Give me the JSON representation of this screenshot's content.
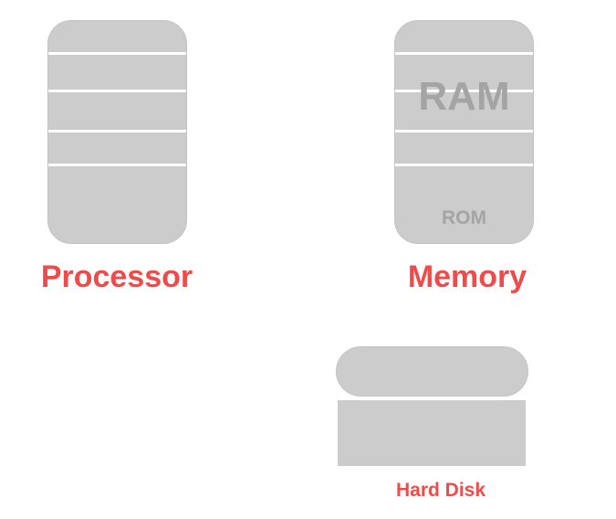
{
  "processor": {
    "label": "Processor"
  },
  "memory": {
    "label": "Memory",
    "ram_label": "RAM",
    "rom_label": "ROM"
  },
  "hard_disk": {
    "label": "Hard Disk"
  },
  "colors": {
    "accent": "#f04b4b",
    "block": "#cccccc",
    "block_text": "#a4a4a4"
  }
}
